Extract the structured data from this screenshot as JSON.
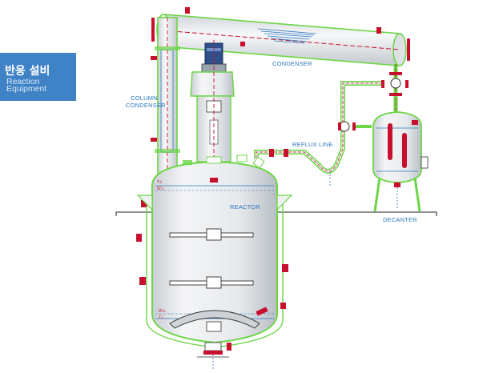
{
  "badge": {
    "title_kr": "반응 설비",
    "subtitle_en": "Reaction Equipment"
  },
  "labels": {
    "condenser": "CONDENSER",
    "column_condenser": "COLUMN CONDENSER",
    "reflux_line": "REFLUX LINE",
    "reactor": "REACTOR",
    "decanter": "DECANTER",
    "tl": "T.L",
    "wl": "W.L"
  },
  "colors": {
    "vessel_outline": "#6cd646",
    "steel": "#2a2a2a",
    "flange": "#c8102e",
    "label": "#2b76c0",
    "badge": "#3f82c6",
    "vessel_fill": "#e4e7ea"
  }
}
